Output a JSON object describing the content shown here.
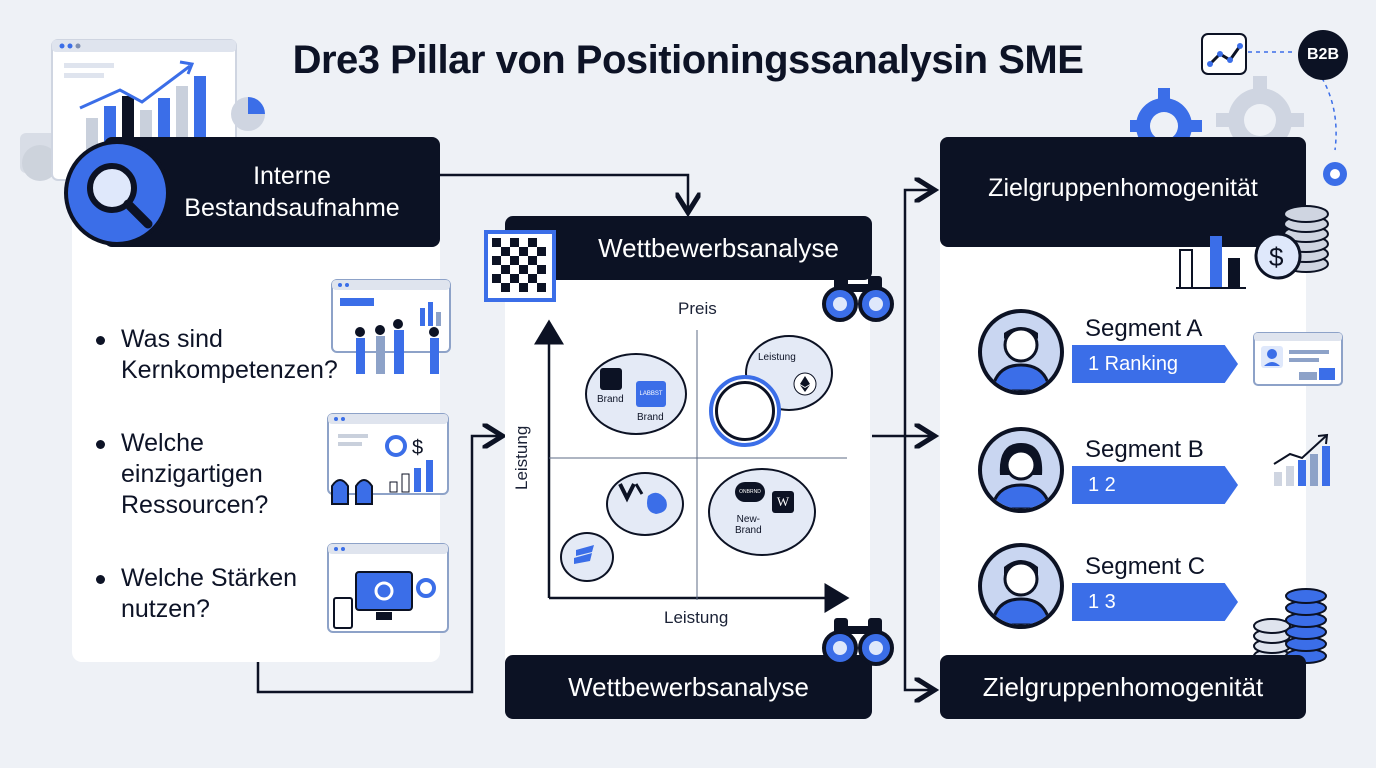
{
  "title": "Dre3 Pillar von Positioningssanalysin SME",
  "badge": "B2B",
  "left": {
    "header": "Interne\nBestandsaufnahme",
    "bullets": [
      "Was sind\nKernkompetenzen?",
      "Welche\neinzigartigen\nRessourcen?",
      "Welche Stärken\nnutzen?"
    ]
  },
  "middle": {
    "header": "Wettbewerbsanalyse",
    "footer": "Wettbewerbsanalyse",
    "y_axis_top": "Preis",
    "y_axis_label": "Leistung",
    "x_axis_label": "Leistung",
    "blobs": {
      "brand1": "Brand",
      "brand2": "Brand",
      "brand2_logo": "LABBST",
      "leistung": "Leistung",
      "newbrand": "New-\nBrand",
      "newbrand_logo": "ONBRND"
    }
  },
  "right": {
    "header": "Zielgruppenhomogenität",
    "footer": "Zielgruppenhomogenität",
    "segments": [
      {
        "name": "Segment A",
        "ribbon": "1 Ranking"
      },
      {
        "name": "Segment B",
        "ribbon": "1 2"
      },
      {
        "name": "Segment C",
        "ribbon": "1 3"
      }
    ]
  },
  "colors": {
    "accent": "#3b6ee8",
    "dark": "#0c1224",
    "background": "#eef1f6"
  }
}
